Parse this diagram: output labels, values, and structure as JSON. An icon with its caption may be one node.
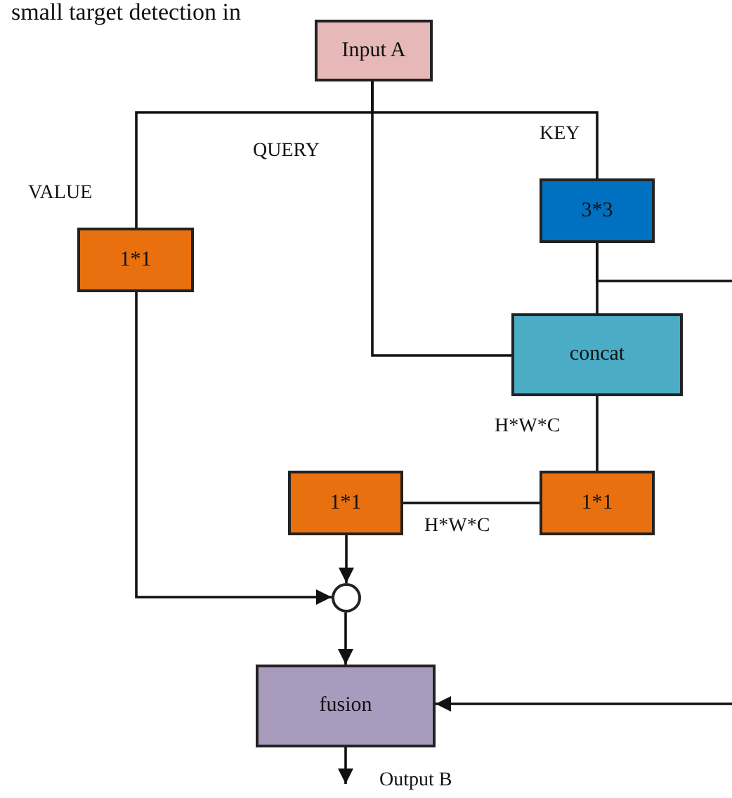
{
  "diagram": {
    "nodes": [
      {
        "text": [
          "Input A"
        ]
      },
      {
        "text": [
          "1*1"
        ]
      },
      {
        "text": [
          "3*3"
        ]
      },
      {
        "text": [
          "concat"
        ]
      },
      {
        "text": [
          "1*1"
        ]
      },
      {
        "text": [
          "1*1"
        ]
      },
      {
        "text": [],
        "shape": "circle"
      },
      {
        "text": [
          "fusion"
        ]
      }
    ],
    "edges": [
      {
        "from": 0,
        "to": 1,
        "arrow": "none",
        "label": "VALUE"
      },
      {
        "from": 0,
        "to": 3,
        "arrow": "none",
        "label": "QUERY"
      },
      {
        "from": 0,
        "to": 2,
        "arrow": "none",
        "label": "KEY"
      },
      {
        "from": 2,
        "to": 3,
        "arrow": "none"
      },
      {
        "from": 2,
        "to": null,
        "arrow": "none"
      },
      {
        "from": 3,
        "to": 5,
        "arrow": "none",
        "label": "H*W*C"
      },
      {
        "from": 5,
        "to": 4,
        "arrow": "none",
        "label": "H*W*C"
      },
      {
        "from": 4,
        "to": 6,
        "arrow": "to"
      },
      {
        "from": 1,
        "to": 6,
        "arrow": "to"
      },
      {
        "from": 6,
        "to": 7,
        "arrow": "to"
      },
      {
        "from": null,
        "to": 7,
        "arrow": "to"
      },
      {
        "from": 7,
        "to": null,
        "arrow": "to",
        "label": "Output B"
      }
    ],
    "labels": [
      "small target detection in"
    ]
  }
}
